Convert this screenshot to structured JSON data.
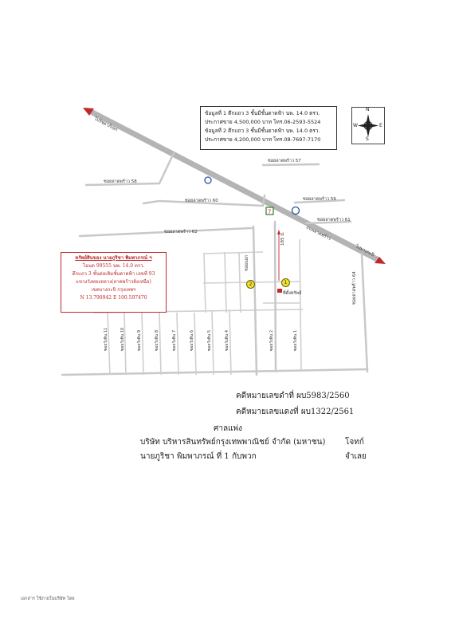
{
  "info_box": {
    "line1": "ข้อมูลที่ 1 ตึกแถว 3 ชั้นมีชั้นดาดฟ้า นพ. 14.0 ตรว.",
    "line2": "ประกาศขาย 4,500,000 บาท โทร.06-2593-5524",
    "line3": "ข้อมูลที่ 2 ตึกแถว 3 ชั้นมีชั้นดาดฟ้า นพ. 14.0 ตรว.",
    "line4": "ประกาศขาย 4,200,000 บาท โทร.08-7697-7170"
  },
  "compass": {
    "n": "N",
    "s": "S",
    "e": "E",
    "w": "W"
  },
  "owner_box": {
    "title": "ทรัพย์สินของ นายภูริชา พิมพาภรณ์ ฯ",
    "line1": "โฉนด 99555 นพ. 14.0 ตรว.",
    "line2": "ตึกแถว 3 ชั้นต่อเติมชั้นดาดฟ้า เลขที่ 93",
    "line3": "แขวงวังทองหลาง(ลาดพร้าวฝั่งเหนือ)",
    "line4": "เขตบางกะปิ กรุงเทพฯ",
    "line5": "N 13.790942 E 100.597470"
  },
  "map_labels": {
    "to_north": "ไปรัชดาภิเษก",
    "to_east": "ไปบางกะปิ",
    "soi58": "ซอยลาดพร้าว 58",
    "soi57": "ซอยลาดพร้าว 57",
    "soi60": "ซอยลาดพร้าว 60",
    "soi59": "ซอยลาดพร้าว 59",
    "soi61": "ซอยลาดพร้าว 61",
    "soi62": "ซอยลาดพร้าว 62",
    "soi64": "ซอยลาดพร้าว 64",
    "main_road": "ถนนลาดพร้าว",
    "side_road": "ซอยแยก",
    "distance": "185 ม.",
    "subject": "ที่ตั้งทรัพย์",
    "mark1": "1",
    "mark2": "2",
    "lane11": "ซอยวังหิน 11",
    "lane10": "ซอยวังหิน 10",
    "lane9": "ซอยวังหิน 9",
    "lane8": "ซอยวังหิน 8",
    "lane7": "ซอยวังหิน 7",
    "lane6": "ซอยวังหิน 6",
    "lane5": "ซอยวังหิน 5",
    "lane4": "ซอยวังหิน 4",
    "lane2": "ซอยวังหิน 2",
    "lane1": "ซอยวังหิน 1"
  },
  "case": {
    "black_case": "คดีหมายเลขดำที่  ผบ5983/2560",
    "red_case": "คดีหมายเลขแดงที่  ผบ1322/2561",
    "court": "ศาลแพ่ง",
    "plaintiff": "บริษัท บริหารสินทรัพย์กรุงเทพพาณิชย์ จำกัด (มหาชน)",
    "plaintiff_role": "โจทก์",
    "defendant": "นายภูริชา พิมพาภรณ์ ที่ 1 กับพวก",
    "defendant_role": "จำเลย"
  },
  "footer": "เอกสาร ใช้ภายในบริษัท โดย"
}
